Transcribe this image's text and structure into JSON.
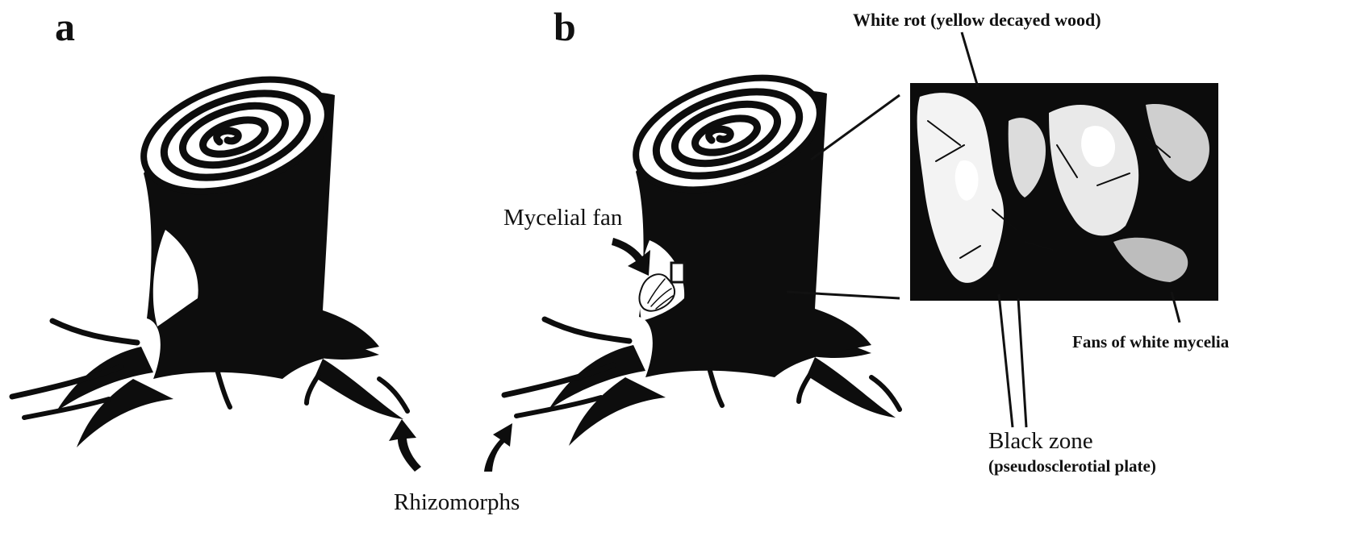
{
  "panels": {
    "a": "a",
    "b": "b"
  },
  "labels": {
    "mycelial_fan": "Mycelial fan",
    "rhizomorphs": "Rhizomorphs",
    "white_rot": "White rot (yellow decayed  wood)",
    "fans_white_mycelia": "Fans of white mycelia",
    "black_zone": "Black zone",
    "black_zone_sub": "(pseudosclerotial plate)"
  }
}
